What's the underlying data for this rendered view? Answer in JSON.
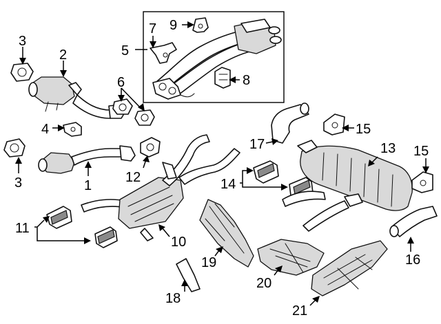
{
  "callouts": {
    "c1": "1",
    "c2": "2",
    "c3a": "3",
    "c3b": "3",
    "c4": "4",
    "c5": "5",
    "c6": "6",
    "c7": "7",
    "c8": "8",
    "c9": "9",
    "c10": "10",
    "c11": "11",
    "c12": "12",
    "c13": "13",
    "c14": "14",
    "c15a": "15",
    "c15b": "15",
    "c16": "16",
    "c17": "17",
    "c18": "18",
    "c19": "19",
    "c20": "20",
    "c21": "21"
  }
}
